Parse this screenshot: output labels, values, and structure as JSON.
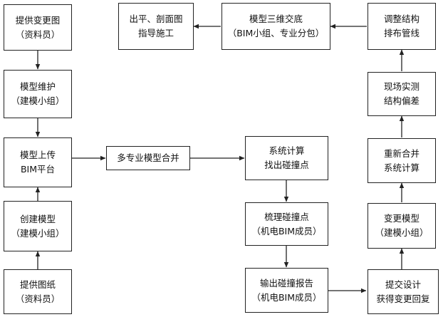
{
  "nodes": {
    "provide_change_drawing": {
      "line1": "提供变更图",
      "line2": "（资料员）"
    },
    "model_maintenance": {
      "line1": "模型维护",
      "line2": "（建模小组）"
    },
    "model_upload": {
      "line1": "模型上传",
      "line2": "BIM平台"
    },
    "create_model": {
      "line1": "创建模型",
      "line2": "（建模小组）"
    },
    "provide_drawings": {
      "line1": "提供图纸",
      "line2": "（资料员）"
    },
    "multi_discipline_merge": {
      "line1": "多专业模型合并"
    },
    "system_calc": {
      "line1": "系统计算",
      "line2": "找出碰撞点"
    },
    "sort_collisions": {
      "line1": "梳理碰撞点",
      "line2": "（机电BIM成员）"
    },
    "output_report": {
      "line1": "输出碰撞报告",
      "line2": "（机电BIM成员）"
    },
    "submit_design": {
      "line1": "提交设计",
      "line2": "获得变更回复"
    },
    "change_model": {
      "line1": "变更模型",
      "line2": "（建模小组）"
    },
    "merge_recalc": {
      "line1": "重新合并",
      "line2": "系统计算"
    },
    "site_survey": {
      "line1": "现场实测",
      "line2": "结构偏差"
    },
    "adjust_layout": {
      "line1": "调整结构",
      "line2": "排布管线"
    },
    "model_3d_handover": {
      "line1": "模型三维交底",
      "line2": "（BIM小组、专业分包）"
    },
    "section_drawings": {
      "line1": "出平、剖面图",
      "line2": "指导施工"
    }
  },
  "colors": {
    "stroke": "#222222",
    "text": "#111111",
    "background": "#ffffff"
  }
}
